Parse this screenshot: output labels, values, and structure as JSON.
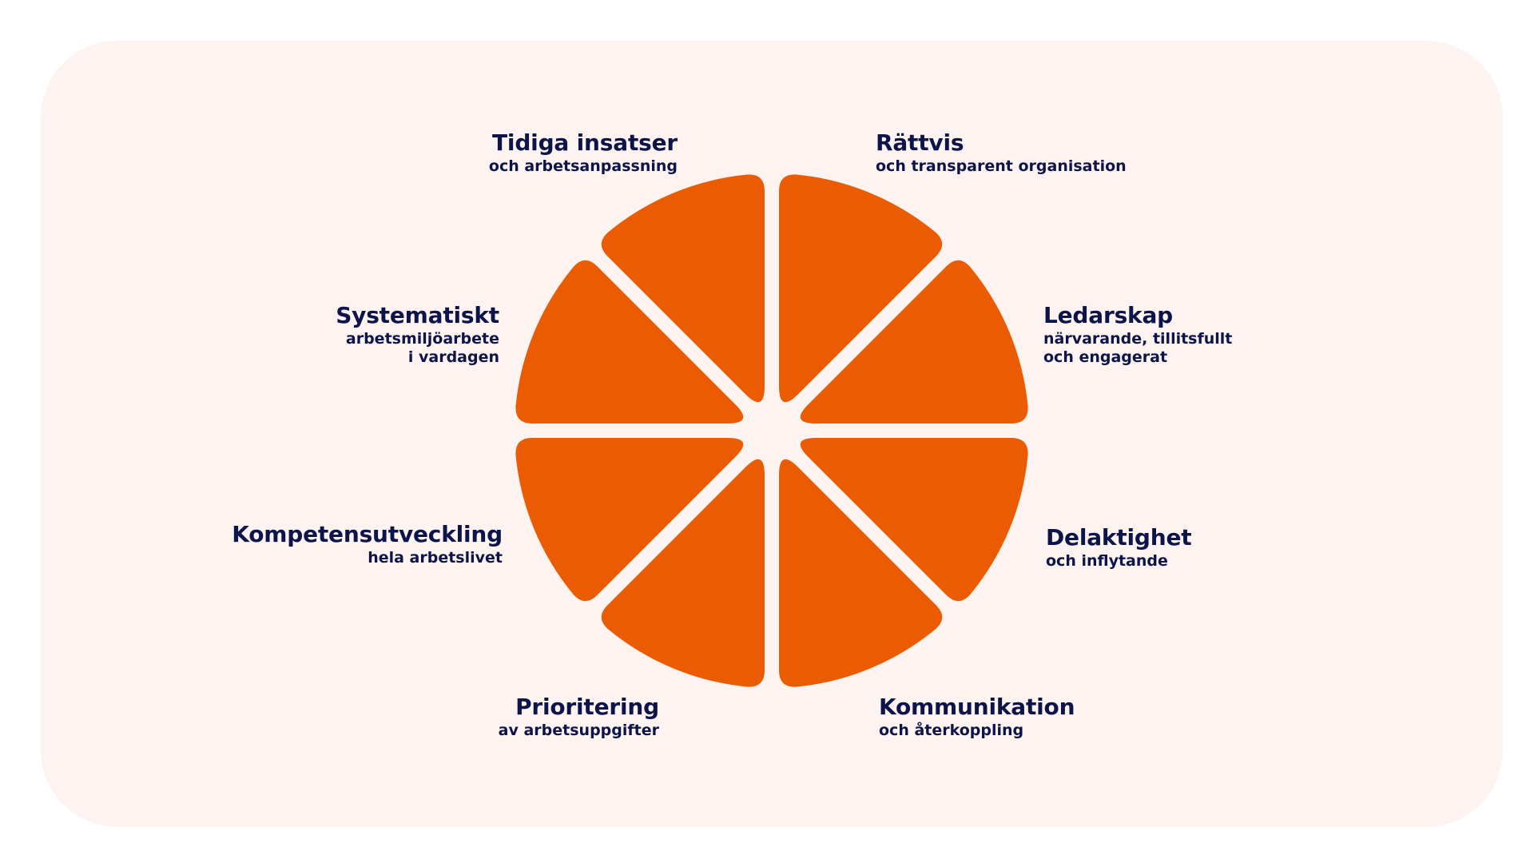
{
  "colors": {
    "card": "#fdf4f1",
    "segment": "#eb5c02",
    "text": "#0d1449"
  },
  "segments": [
    {
      "title": "Rättvis",
      "subtitle": [
        "och transparent organisation"
      ]
    },
    {
      "title": "Ledarskap",
      "subtitle": [
        "närvarande, tillitsfullt",
        "och engagerat"
      ]
    },
    {
      "title": "Delaktighet",
      "subtitle": [
        "och inflytande"
      ]
    },
    {
      "title": "Kommunikation",
      "subtitle": [
        "och återkoppling"
      ]
    },
    {
      "title": "Prioritering",
      "subtitle": [
        "av arbetsuppgifter"
      ]
    },
    {
      "title": "Kompetensutveckling",
      "subtitle": [
        "hela arbetslivet"
      ]
    },
    {
      "title": "Systematiskt",
      "subtitle": [
        "arbetsmiljöarbete",
        "i vardagen"
      ]
    },
    {
      "title": "Tidiga insatser",
      "subtitle": [
        "och arbetsanpassning"
      ]
    }
  ]
}
